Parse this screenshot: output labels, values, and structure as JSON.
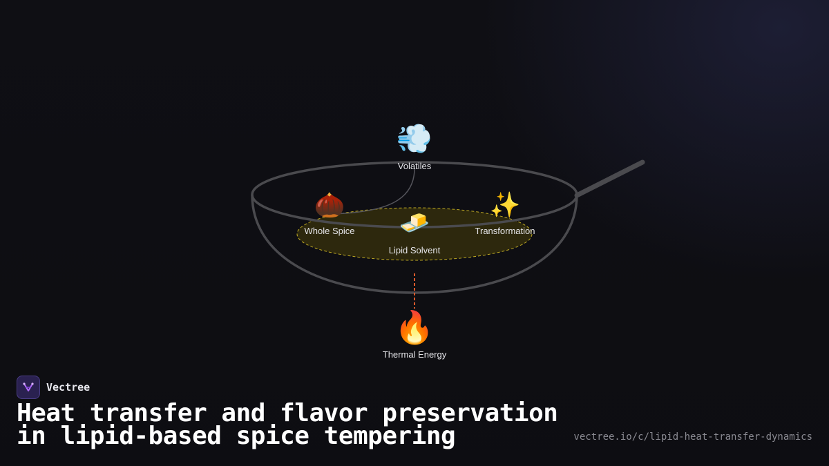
{
  "diagram": {
    "nodes": {
      "volatiles": {
        "icon": "dashing-away-icon",
        "glyph": "💨",
        "label": "Volatiles"
      },
      "whole_spice": {
        "icon": "chestnut-icon",
        "glyph": "🌰",
        "label": "Whole Spice"
      },
      "lipid_solvent": {
        "icon": "butter-icon",
        "glyph": "🧈",
        "label": "Lipid Solvent"
      },
      "transformation": {
        "icon": "sparkles-icon",
        "glyph": "✨",
        "label": "Transformation"
      },
      "thermal_energy": {
        "icon": "fire-icon",
        "glyph": "🔥",
        "label": "Thermal Energy"
      }
    },
    "colors": {
      "pan": "#4a4a4e",
      "oil_fill": "#2f2a0d",
      "oil_stroke": "#c9b325",
      "heat_line": "#e05a2a",
      "vapor_line": "#55555c"
    }
  },
  "brand": {
    "name": "Vectree",
    "icon": "vectree-logo-icon"
  },
  "title": {
    "line1": "Heat transfer and flavor preservation",
    "line2": "in lipid-based spice tempering"
  },
  "url": "vectree.io/c/lipid-heat-transfer-dynamics"
}
